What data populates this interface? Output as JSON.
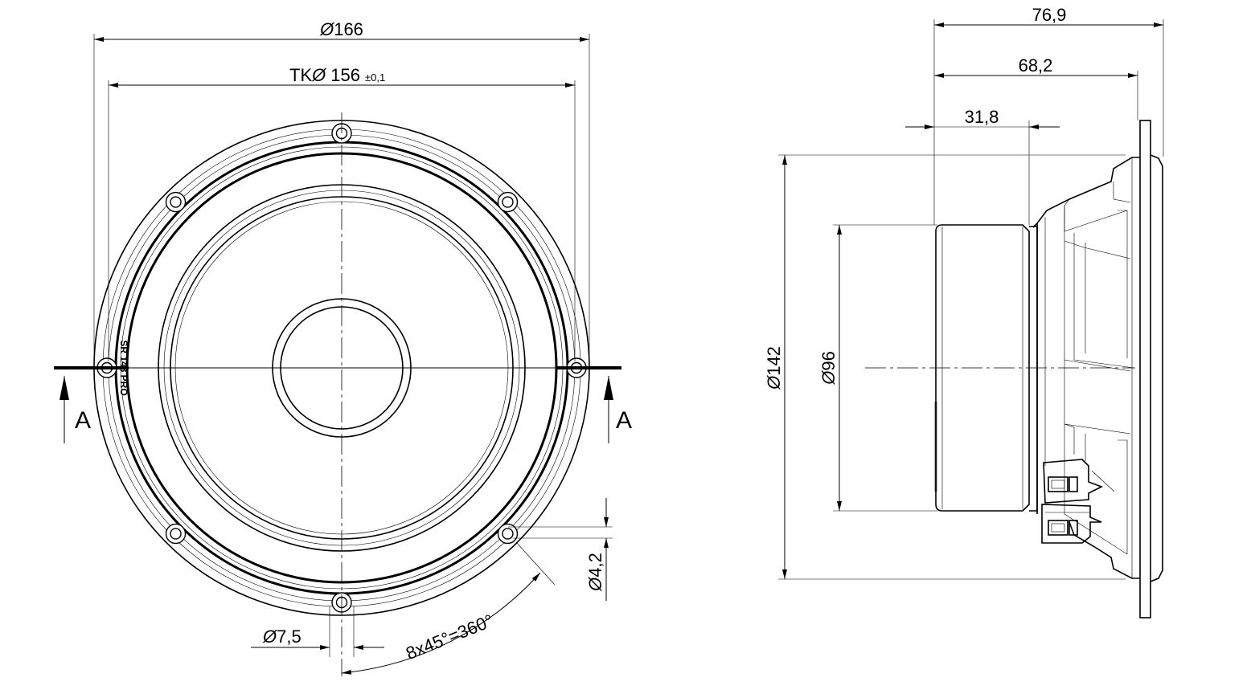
{
  "front_view": {
    "dim_outer": "166",
    "dim_bolt_circle_prefix": "TK",
    "dim_bolt_circle": "156",
    "dim_bolt_circle_tol": "±0,1",
    "dim_hole_small": "4,2",
    "dim_hole_large": "7,5",
    "dim_angle": "8x45°=360°",
    "section_left": "A",
    "section_right": "A",
    "frame_label": "SR 148 PRO",
    "diameter_symbol": "Ø"
  },
  "side_view": {
    "dim_total_depth": "76,9",
    "dim_mount_depth": "68,2",
    "dim_magnet_depth": "31,8",
    "dim_cutout": "142",
    "dim_magnet_dia": "96"
  }
}
